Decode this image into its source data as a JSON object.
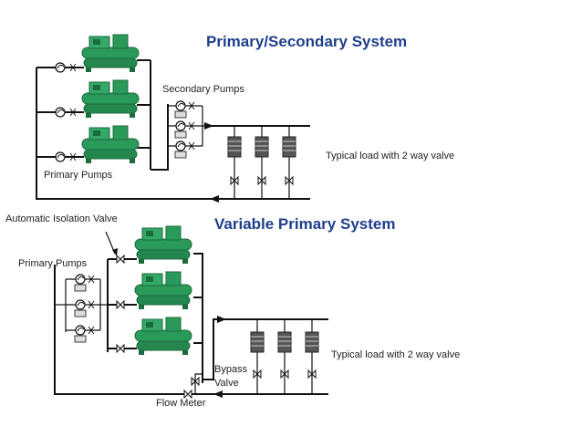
{
  "titles": {
    "primary_secondary": "Primary/Secondary System",
    "variable_primary": "Variable Primary System"
  },
  "labels": {
    "secondary_pumps": "Secondary Pumps",
    "primary_pumps_top": "Primary Pumps",
    "typical_load_top": "Typical load with 2 way valve",
    "auto_isolation_valve": "Automatic Isolation Valve",
    "primary_pumps_bottom": "Primary Pumps",
    "typical_load_bottom": "Typical load with 2 way valve",
    "bypass_line1": "Bypass",
    "bypass_line2": "Valve",
    "flow_meter": "Flow Meter"
  },
  "colors": {
    "title": "#1f3f8c",
    "chiller": "#2a9a5a",
    "chiller_dark": "#1b6b3d",
    "pipe": "#111111"
  }
}
